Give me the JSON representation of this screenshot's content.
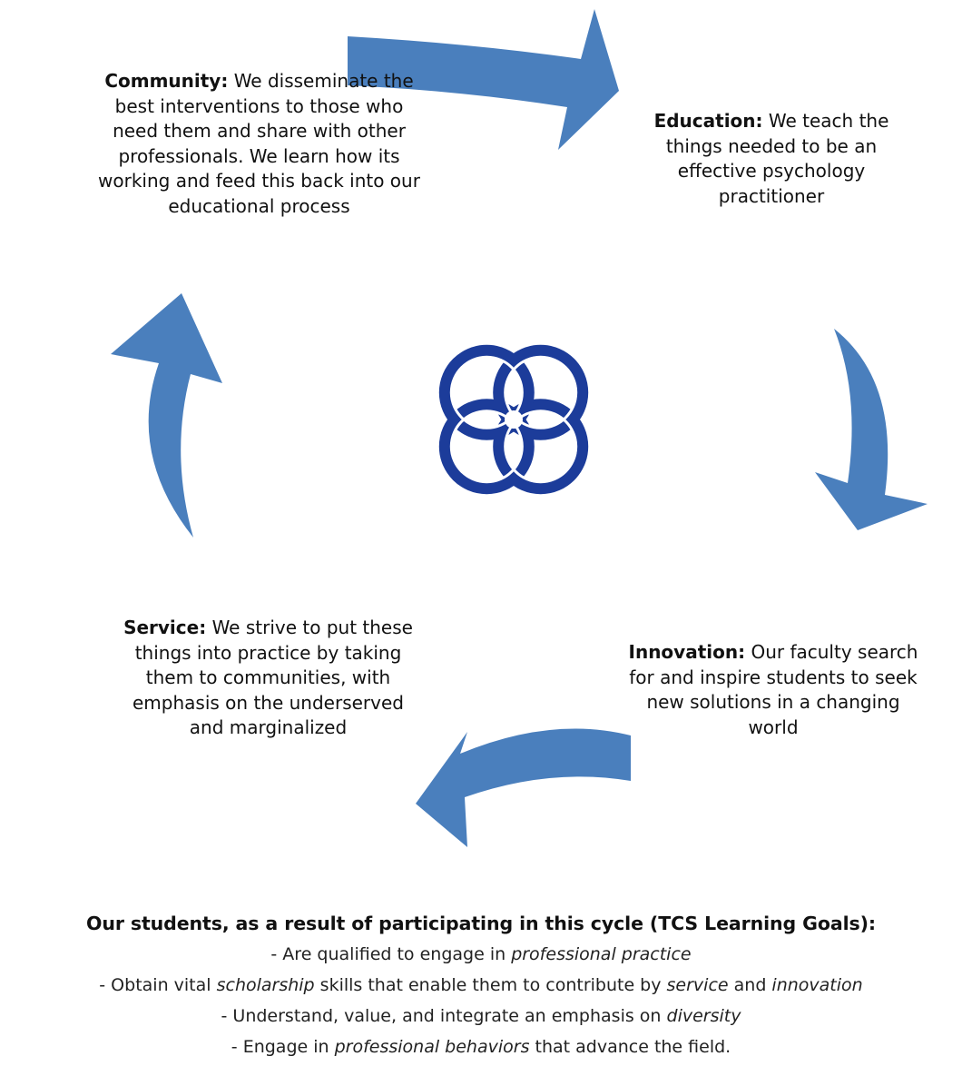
{
  "colors": {
    "arrow": "#4a7fbd",
    "logo": "#1c3c9a",
    "text": "#111111"
  },
  "stages": {
    "community": {
      "title": "Community:",
      "body": "We disseminate the best interventions to those who need them and share with other professionals.  We learn how its working and feed this back into our educational process"
    },
    "education": {
      "title": "Education:",
      "body": "We teach the things needed to be an effective psychology practitioner"
    },
    "innovation": {
      "title": "Innovation:",
      "body": "Our faculty search for and inspire students to seek new solutions in a changing world"
    },
    "service": {
      "title": "Service:",
      "body": "We strive to put these things into practice by taking them to communities, with emphasis on the underserved and marginalized"
    }
  },
  "logo": {
    "icon": "interlocking-circles-logo-icon"
  },
  "goals": {
    "heading": "Our students, as a result of participating in this cycle (TCS Learning Goals):",
    "items": [
      {
        "parts": [
          "- Are qualified to engage in ",
          "professional practice",
          ""
        ]
      },
      {
        "parts": [
          "- Obtain vital ",
          "scholarship",
          " skills that enable them to contribute by ",
          "service",
          " and ",
          "innovation",
          ""
        ]
      },
      {
        "parts": [
          "- Understand, value, and integrate an emphasis on ",
          "diversity",
          ""
        ]
      },
      {
        "parts": [
          "- Engage in ",
          "professional behaviors",
          " that advance the field."
        ]
      }
    ]
  }
}
